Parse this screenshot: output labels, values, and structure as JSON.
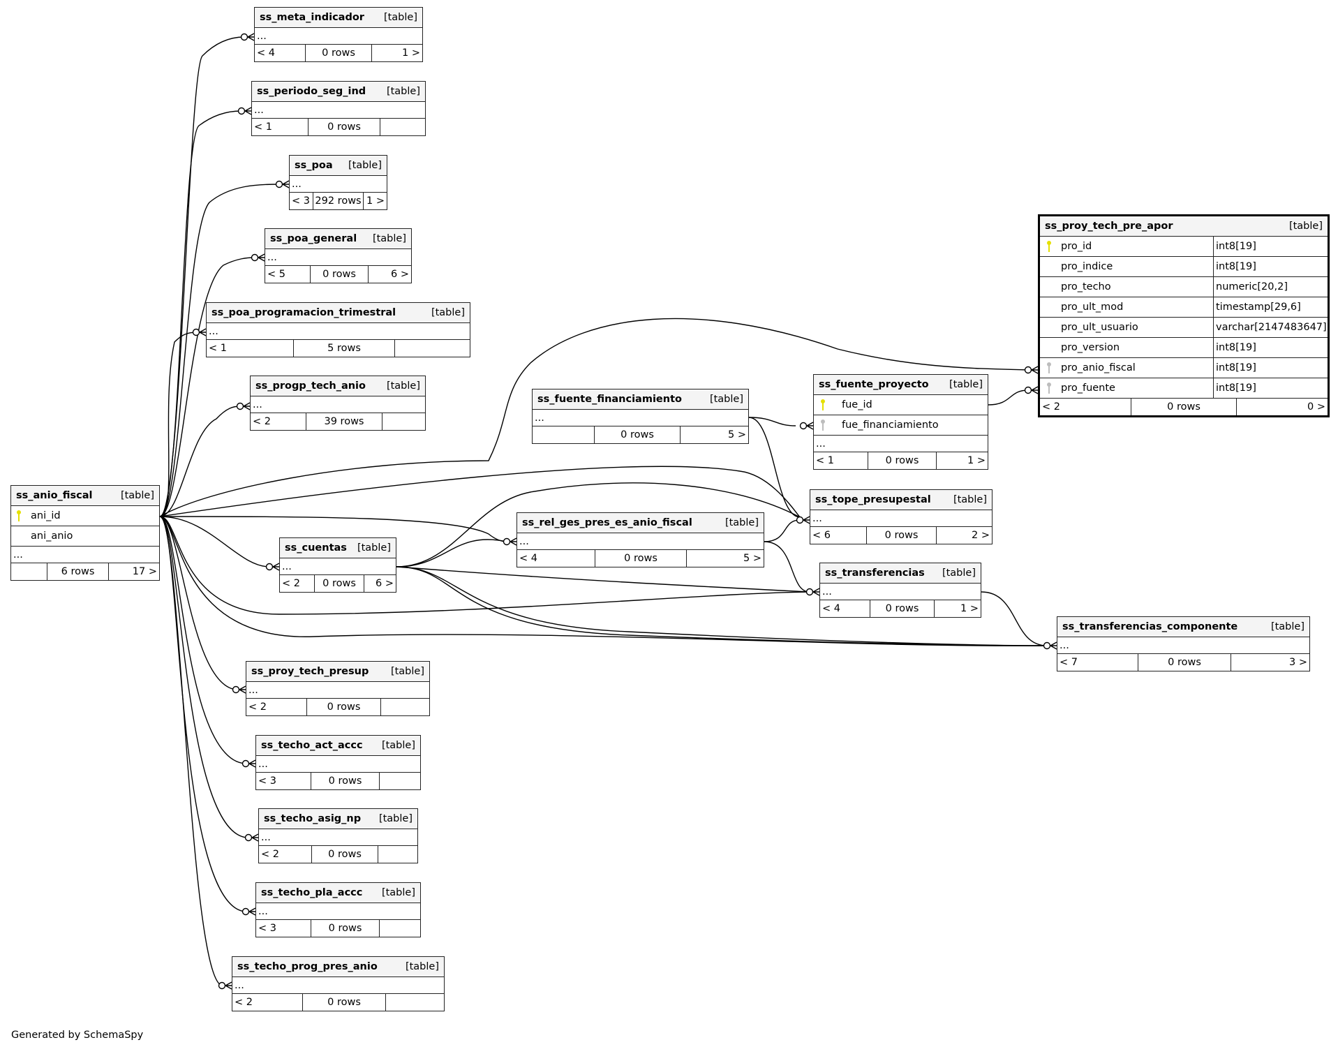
{
  "credit": "Generated by SchemaSpy",
  "colors": {
    "primary_key": "#e5e000",
    "foreign_key": "#bdbdbd",
    "header_bg": "#f4f4f4",
    "line": "#000000"
  },
  "tables": {
    "meta_indicador": {
      "name": "ss_meta_indicador",
      "kind": "[table]",
      "ellipsis": "...",
      "parents": "< 4",
      "rows": "0 rows",
      "children": "1 >"
    },
    "periodo_seg_ind": {
      "name": "ss_periodo_seg_ind",
      "kind": "[table]",
      "ellipsis": "...",
      "parents": "< 1",
      "rows": "0 rows",
      "children": ""
    },
    "poa": {
      "name": "ss_poa",
      "kind": "[table]",
      "ellipsis": "...",
      "parents": "< 3",
      "rows": "292 rows",
      "children": "1 >"
    },
    "poa_general": {
      "name": "ss_poa_general",
      "kind": "[table]",
      "ellipsis": "...",
      "parents": "< 5",
      "rows": "0 rows",
      "children": "6 >"
    },
    "poa_programacion_trimestral": {
      "name": "ss_poa_programacion_trimestral",
      "kind": "[table]",
      "ellipsis": "...",
      "parents": "< 1",
      "rows": "5 rows",
      "children": ""
    },
    "progp_tech_anio": {
      "name": "ss_progp_tech_anio",
      "kind": "[table]",
      "ellipsis": "...",
      "parents": "< 2",
      "rows": "39 rows",
      "children": ""
    },
    "anio_fiscal": {
      "name": "ss_anio_fiscal",
      "kind": "[table]",
      "columns": [
        {
          "name": "ani_id",
          "key": "pk"
        },
        {
          "name": "ani_anio",
          "key": ""
        }
      ],
      "ellipsis": "...",
      "parents": "",
      "rows": "6 rows",
      "children": "17 >"
    },
    "cuentas": {
      "name": "ss_cuentas",
      "kind": "[table]",
      "ellipsis": "...",
      "parents": "< 2",
      "rows": "0 rows",
      "children": "6 >"
    },
    "fuente_financiamiento": {
      "name": "ss_fuente_financiamiento",
      "kind": "[table]",
      "ellipsis": "...",
      "parents": "",
      "rows": "0 rows",
      "children": "5 >"
    },
    "fuente_proyecto": {
      "name": "ss_fuente_proyecto",
      "kind": "[table]",
      "columns": [
        {
          "name": "fue_id",
          "key": "pk"
        },
        {
          "name": "fue_financiamiento",
          "key": "fk"
        }
      ],
      "ellipsis": "...",
      "parents": "< 1",
      "rows": "0 rows",
      "children": "1 >"
    },
    "rel_ges_pres_es_anio_fiscal": {
      "name": "ss_rel_ges_pres_es_anio_fiscal",
      "kind": "[table]",
      "ellipsis": "...",
      "parents": "< 4",
      "rows": "0 rows",
      "children": "5 >"
    },
    "tope_presupestal": {
      "name": "ss_tope_presupestal",
      "kind": "[table]",
      "ellipsis": "...",
      "parents": "< 6",
      "rows": "0 rows",
      "children": "2 >"
    },
    "transferencias": {
      "name": "ss_transferencias",
      "kind": "[table]",
      "ellipsis": "...",
      "parents": "< 4",
      "rows": "0 rows",
      "children": "1 >"
    },
    "transferencias_componente": {
      "name": "ss_transferencias_componente",
      "kind": "[table]",
      "ellipsis": "...",
      "parents": "< 7",
      "rows": "0 rows",
      "children": "3 >"
    },
    "proy_tech_pre_apor": {
      "name": "ss_proy_tech_pre_apor",
      "kind": "[table]",
      "columns": [
        {
          "name": "pro_id",
          "type": "int8[19]",
          "key": "pk"
        },
        {
          "name": "pro_indice",
          "type": "int8[19]",
          "key": ""
        },
        {
          "name": "pro_techo",
          "type": "numeric[20,2]",
          "key": ""
        },
        {
          "name": "pro_ult_mod",
          "type": "timestamp[29,6]",
          "key": ""
        },
        {
          "name": "pro_ult_usuario",
          "type": "varchar[2147483647]",
          "key": ""
        },
        {
          "name": "pro_version",
          "type": "int8[19]",
          "key": ""
        },
        {
          "name": "pro_anio_fiscal",
          "type": "int8[19]",
          "key": "fk"
        },
        {
          "name": "pro_fuente",
          "type": "int8[19]",
          "key": "fk"
        }
      ],
      "parents": "< 2",
      "rows": "0 rows",
      "children": "0 >"
    },
    "proy_tech_presup": {
      "name": "ss_proy_tech_presup",
      "kind": "[table]",
      "ellipsis": "...",
      "parents": "< 2",
      "rows": "0 rows",
      "children": ""
    },
    "techo_act_accc": {
      "name": "ss_techo_act_accc",
      "kind": "[table]",
      "ellipsis": "...",
      "parents": "< 3",
      "rows": "0 rows",
      "children": ""
    },
    "techo_asig_np": {
      "name": "ss_techo_asig_np",
      "kind": "[table]",
      "ellipsis": "...",
      "parents": "< 2",
      "rows": "0 rows",
      "children": ""
    },
    "techo_pla_accc": {
      "name": "ss_techo_pla_accc",
      "kind": "[table]",
      "ellipsis": "...",
      "parents": "< 3",
      "rows": "0 rows",
      "children": ""
    },
    "techo_prog_pres_anio": {
      "name": "ss_techo_prog_pres_anio",
      "kind": "[table]",
      "ellipsis": "...",
      "parents": "< 2",
      "rows": "0 rows",
      "children": ""
    }
  }
}
